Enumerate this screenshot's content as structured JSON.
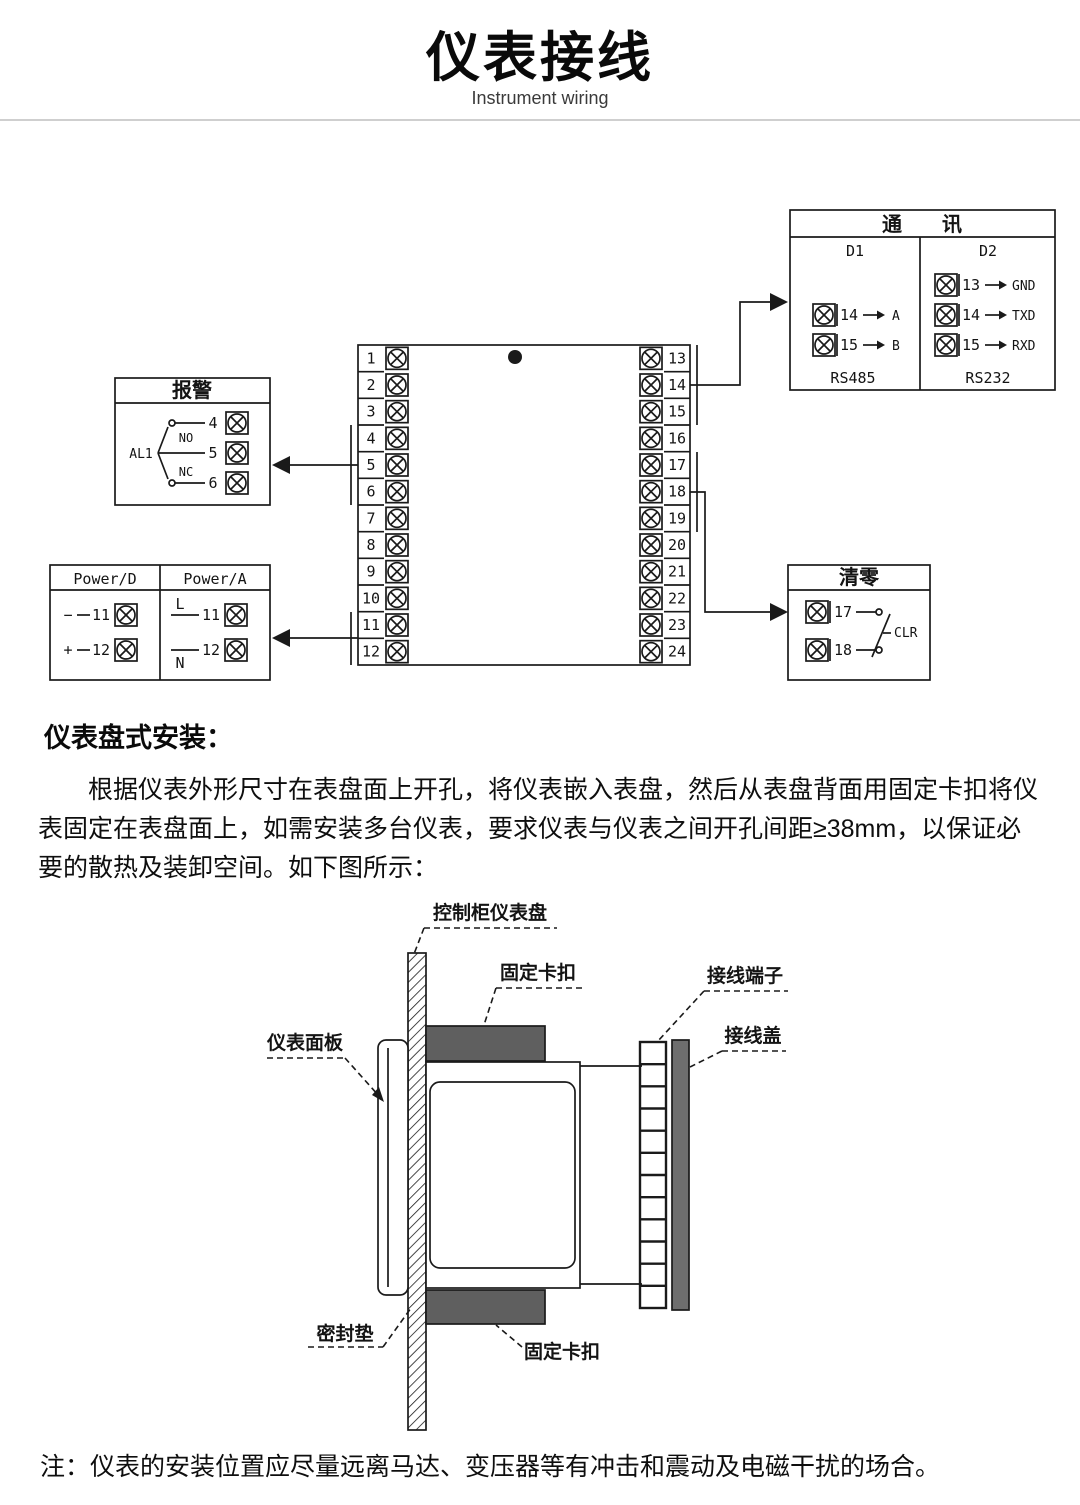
{
  "header": {
    "title": "仪表接线",
    "subtitle": "Instrument wiring"
  },
  "wiring": {
    "center_block": {
      "left_terminals": [
        "1",
        "2",
        "3",
        "4",
        "5",
        "6",
        "7",
        "8",
        "9",
        "10",
        "11",
        "12"
      ],
      "right_terminals": [
        "13",
        "14",
        "15",
        "16",
        "17",
        "18",
        "19",
        "20",
        "21",
        "22",
        "23",
        "24"
      ]
    },
    "comm": {
      "title": "通　　讯",
      "col_d1": "D1",
      "col_d2": "D2",
      "rs485_label": "RS485",
      "rs232_label": "RS232",
      "d1_rows": [
        {
          "num": "14",
          "signal": "A"
        },
        {
          "num": "15",
          "signal": "B"
        }
      ],
      "d2_rows": [
        {
          "num": "13",
          "signal": "GND"
        },
        {
          "num": "14",
          "signal": "TXD"
        },
        {
          "num": "15",
          "signal": "RXD"
        }
      ]
    },
    "alarm": {
      "title": "报警",
      "relay_label": "AL1",
      "no_label": "NO",
      "nc_label": "NC",
      "rows": [
        "4",
        "5",
        "6"
      ]
    },
    "power": {
      "col_d": "Power/D",
      "col_a": "Power/A",
      "d_rows": [
        {
          "sign": "−",
          "num": "11"
        },
        {
          "sign": "+",
          "num": "12"
        }
      ],
      "a_rows": [
        {
          "sign": "L",
          "num": "11"
        },
        {
          "sign": "N",
          "num": "12"
        }
      ]
    },
    "clear": {
      "title": "清零",
      "rows": [
        "17",
        "18"
      ],
      "switch_label": "CLR"
    }
  },
  "install": {
    "heading": "仪表盘式安装：",
    "body": "根据仪表外形尺寸在表盘面上开孔，将仪表嵌入表盘，然后从表盘背面用固定卡扣将仪表固定在表盘面上，如需安装多台仪表，要求仪表与仪表之间开孔间距≥38mm，以保证必要的散热及装卸空间。如下图所示：",
    "labels": {
      "panel": "控制柜仪表盘",
      "clip_top": "固定卡扣",
      "terminal_block": "接线端子",
      "terminal_cover": "接线盖",
      "front_panel": "仪表面板",
      "gasket": "密封垫",
      "clip_bottom": "固定卡扣"
    }
  },
  "note": "注：仪表的安装位置应尽量远离马达、变压器等有冲击和震动及电磁干扰的场合。",
  "colors": {
    "ink": "#1a1a1a",
    "clip_fill": "#5f5f5f",
    "cover_fill": "#6e6e6e"
  }
}
